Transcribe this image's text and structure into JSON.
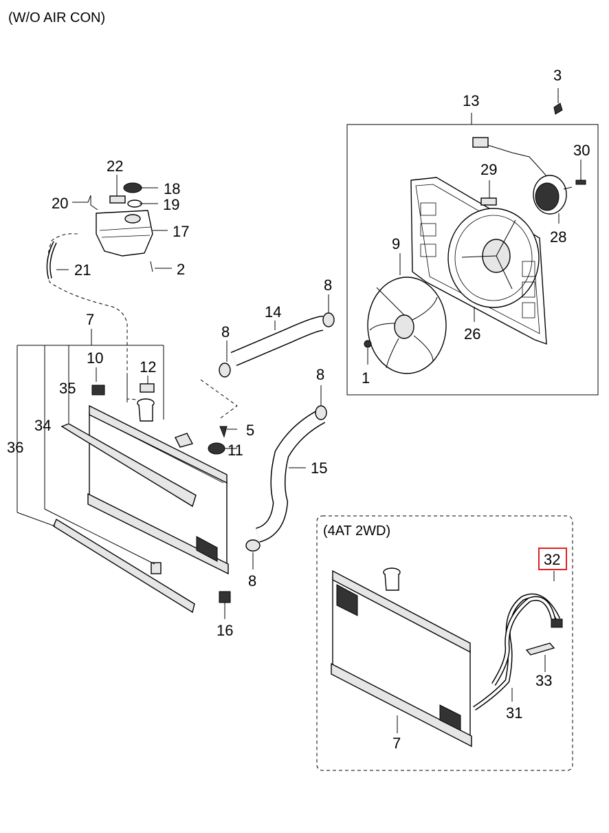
{
  "header": {
    "title": "(W/O AIR CON)"
  },
  "inset": {
    "title": "(4AT 2WD)"
  },
  "labels": {
    "p1": "1",
    "p2": "2",
    "p3": "3",
    "p5": "5",
    "p7": "7",
    "p7b": "7",
    "p8a": "8",
    "p8b": "8",
    "p8c": "8",
    "p8d": "8",
    "p9": "9",
    "p10": "10",
    "p11": "11",
    "p12": "12",
    "p13": "13",
    "p14": "14",
    "p15": "15",
    "p16": "16",
    "p17": "17",
    "p18": "18",
    "p19": "19",
    "p20": "20",
    "p21": "21",
    "p22": "22",
    "p26": "26",
    "p28": "28",
    "p29": "29",
    "p30": "30",
    "p31": "31",
    "p32": "32",
    "p33": "33",
    "p34": "34",
    "p35": "35",
    "p36": "36"
  },
  "highlight": {
    "part": "32",
    "color": "#e02020"
  }
}
